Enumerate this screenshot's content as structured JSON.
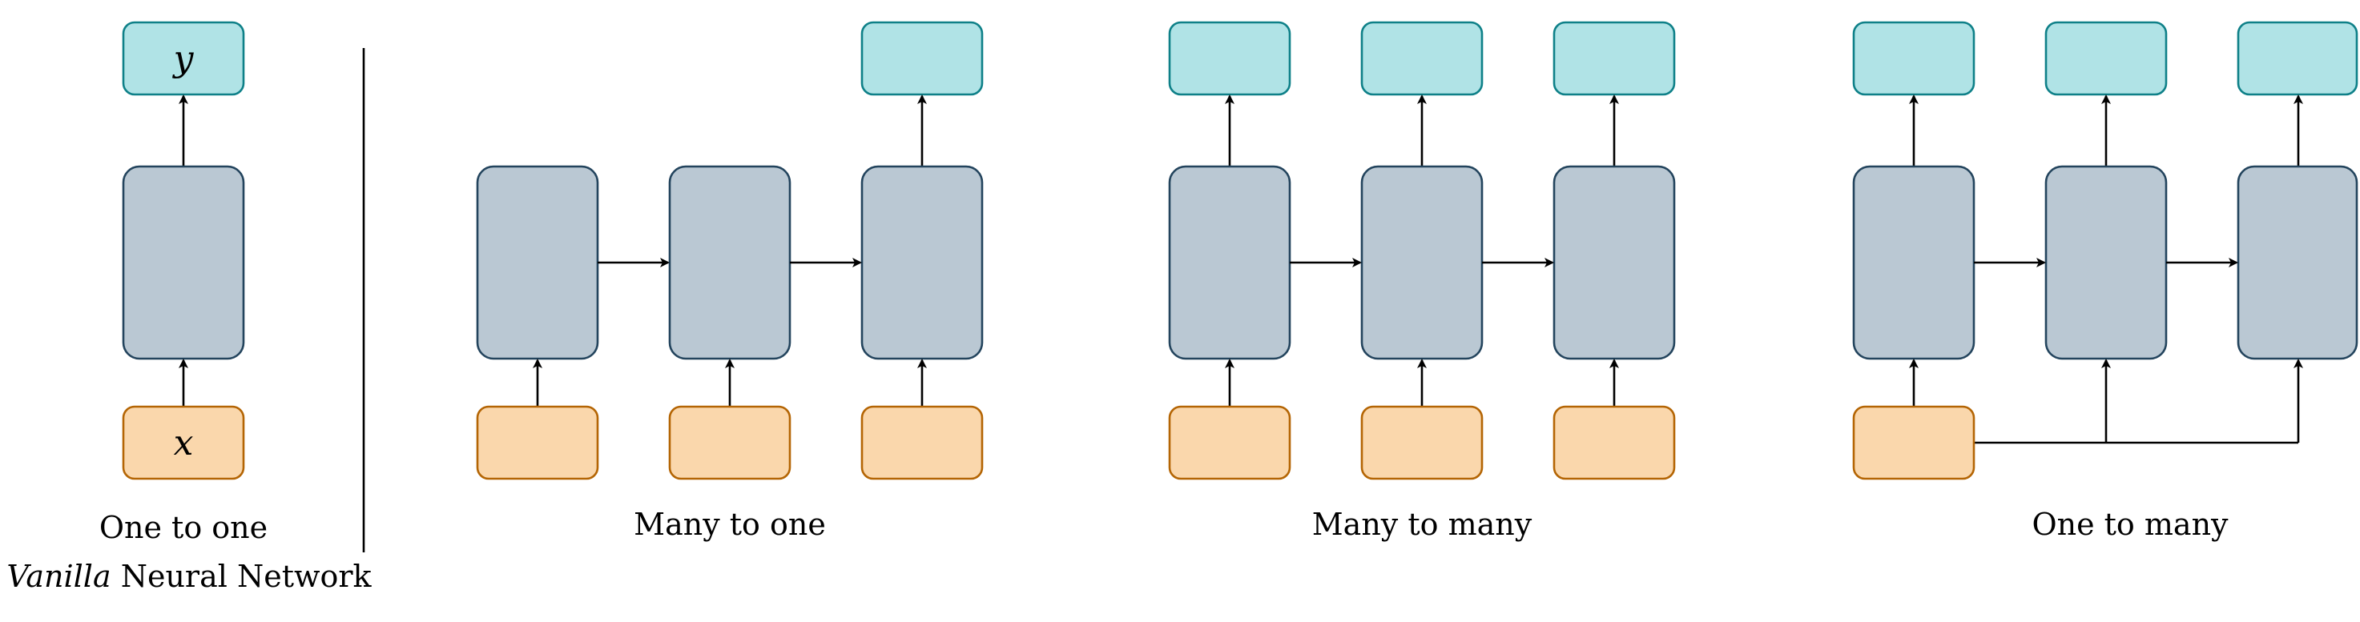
{
  "panels": [
    {
      "caption": "One to one",
      "output_label": "y",
      "input_label": "x"
    },
    {
      "caption": "Many to one"
    },
    {
      "caption": "Many to many"
    },
    {
      "caption": "One to many"
    }
  ],
  "subtitle": {
    "italic": "Vanilla",
    "rest": " Neural Network"
  },
  "colors": {
    "hidden_fill": "#bac8d3",
    "hidden_stroke": "#23445d",
    "output_fill": "#b0e3e6",
    "output_stroke": "#0e8088",
    "input_fill": "#fad7ac",
    "input_stroke": "#b46504"
  }
}
